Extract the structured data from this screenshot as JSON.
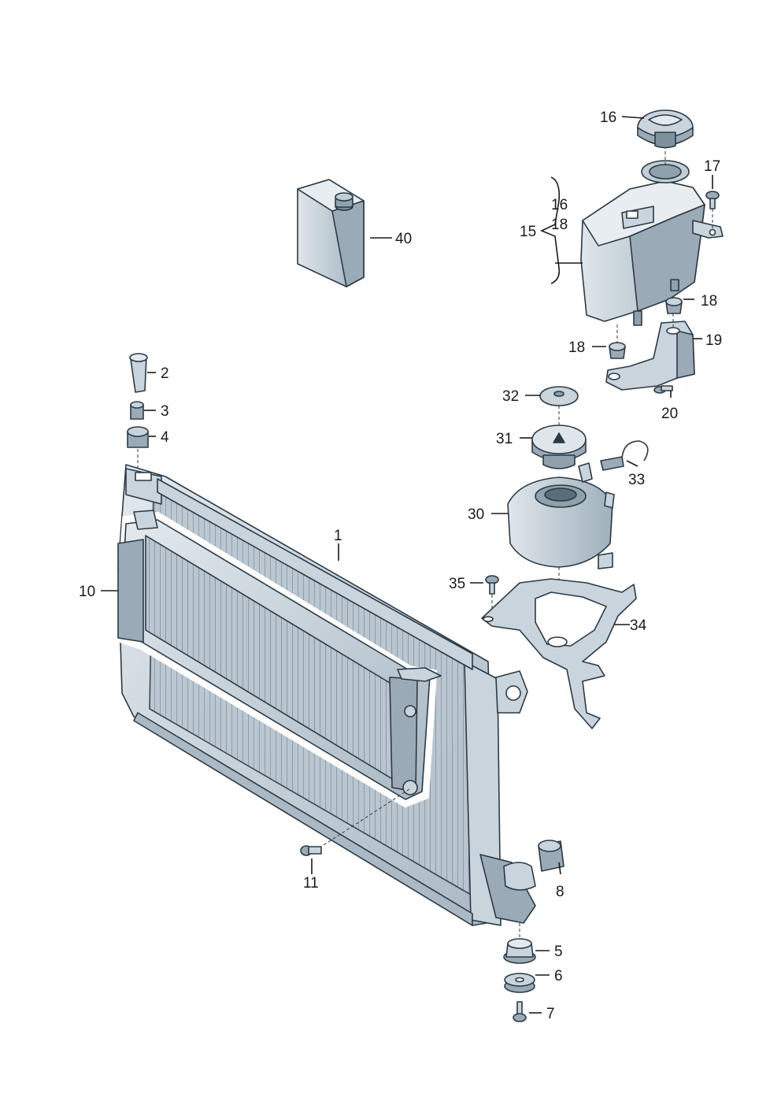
{
  "callouts": [
    {
      "id": "c1",
      "text": "1"
    },
    {
      "id": "c2",
      "text": "2"
    },
    {
      "id": "c3",
      "text": "3"
    },
    {
      "id": "c4",
      "text": "4"
    },
    {
      "id": "c5",
      "text": "5"
    },
    {
      "id": "c6",
      "text": "6"
    },
    {
      "id": "c7",
      "text": "7"
    },
    {
      "id": "c8",
      "text": "8"
    },
    {
      "id": "c10",
      "text": "10"
    },
    {
      "id": "c11",
      "text": "11"
    },
    {
      "id": "c15",
      "text": "15"
    },
    {
      "id": "c15a",
      "text": "16"
    },
    {
      "id": "c15b",
      "text": "18"
    },
    {
      "id": "c16",
      "text": "16"
    },
    {
      "id": "c17",
      "text": "17"
    },
    {
      "id": "c18a",
      "text": "18"
    },
    {
      "id": "c18b",
      "text": "18"
    },
    {
      "id": "c19",
      "text": "19"
    },
    {
      "id": "c20",
      "text": "20"
    },
    {
      "id": "c30",
      "text": "30"
    },
    {
      "id": "c31",
      "text": "31"
    },
    {
      "id": "c32",
      "text": "32"
    },
    {
      "id": "c33",
      "text": "33"
    },
    {
      "id": "c34",
      "text": "34"
    },
    {
      "id": "c35",
      "text": "35"
    },
    {
      "id": "c40",
      "text": "40"
    }
  ],
  "colors": {
    "part_fill": "#c9d4dc",
    "part_dark": "#9aabb7",
    "part_light": "#e3e9ee",
    "outline": "#2b3a45"
  }
}
